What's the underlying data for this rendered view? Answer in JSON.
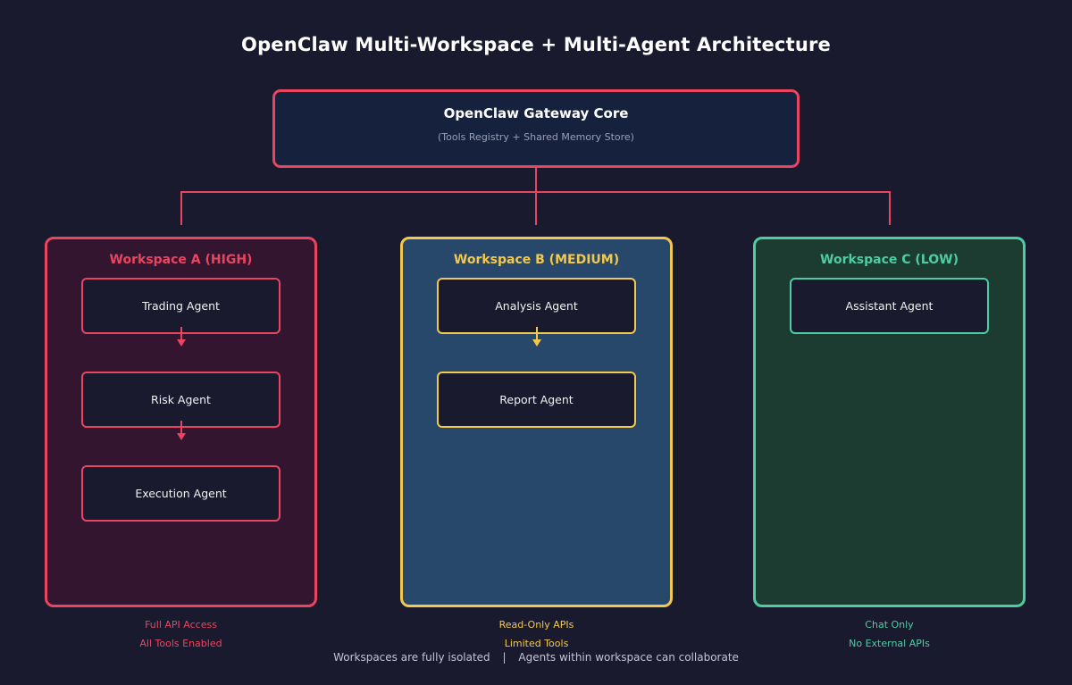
{
  "title": "OpenClaw Multi-Workspace + Multi-Agent Architecture",
  "gateway": {
    "title": "OpenClaw Gateway Core",
    "subtitle": "(Tools Registry + Shared Memory Store)"
  },
  "workspaces": [
    {
      "id": "a",
      "name": "Workspace A (HIGH)",
      "color": "#e94560",
      "fill": "#331530",
      "agents": [
        "Trading Agent",
        "Risk Agent",
        "Execution Agent"
      ],
      "notes": [
        "Full API Access",
        "All Tools Enabled"
      ]
    },
    {
      "id": "b",
      "name": "Workspace B (MEDIUM)",
      "color": "#f2c94c",
      "fill": "#27476b",
      "agents": [
        "Analysis Agent",
        "Report Agent"
      ],
      "notes": [
        "Read-Only APIs",
        "Limited Tools"
      ]
    },
    {
      "id": "c",
      "name": "Workspace C (LOW)",
      "color": "#4ecca3",
      "fill": "#1c3b31",
      "agents": [
        "Assistant Agent"
      ],
      "notes": [
        "Chat Only",
        "No External APIs"
      ]
    }
  ],
  "footer": {
    "left": "Workspaces are fully isolated",
    "divider": "|",
    "right": "Agents within workspace can collaborate"
  },
  "colors": {
    "background": "#1a1a2e",
    "gateway_fill": "#16213e",
    "agent_fill": "#1a1a2e",
    "accent": "#e94560"
  }
}
